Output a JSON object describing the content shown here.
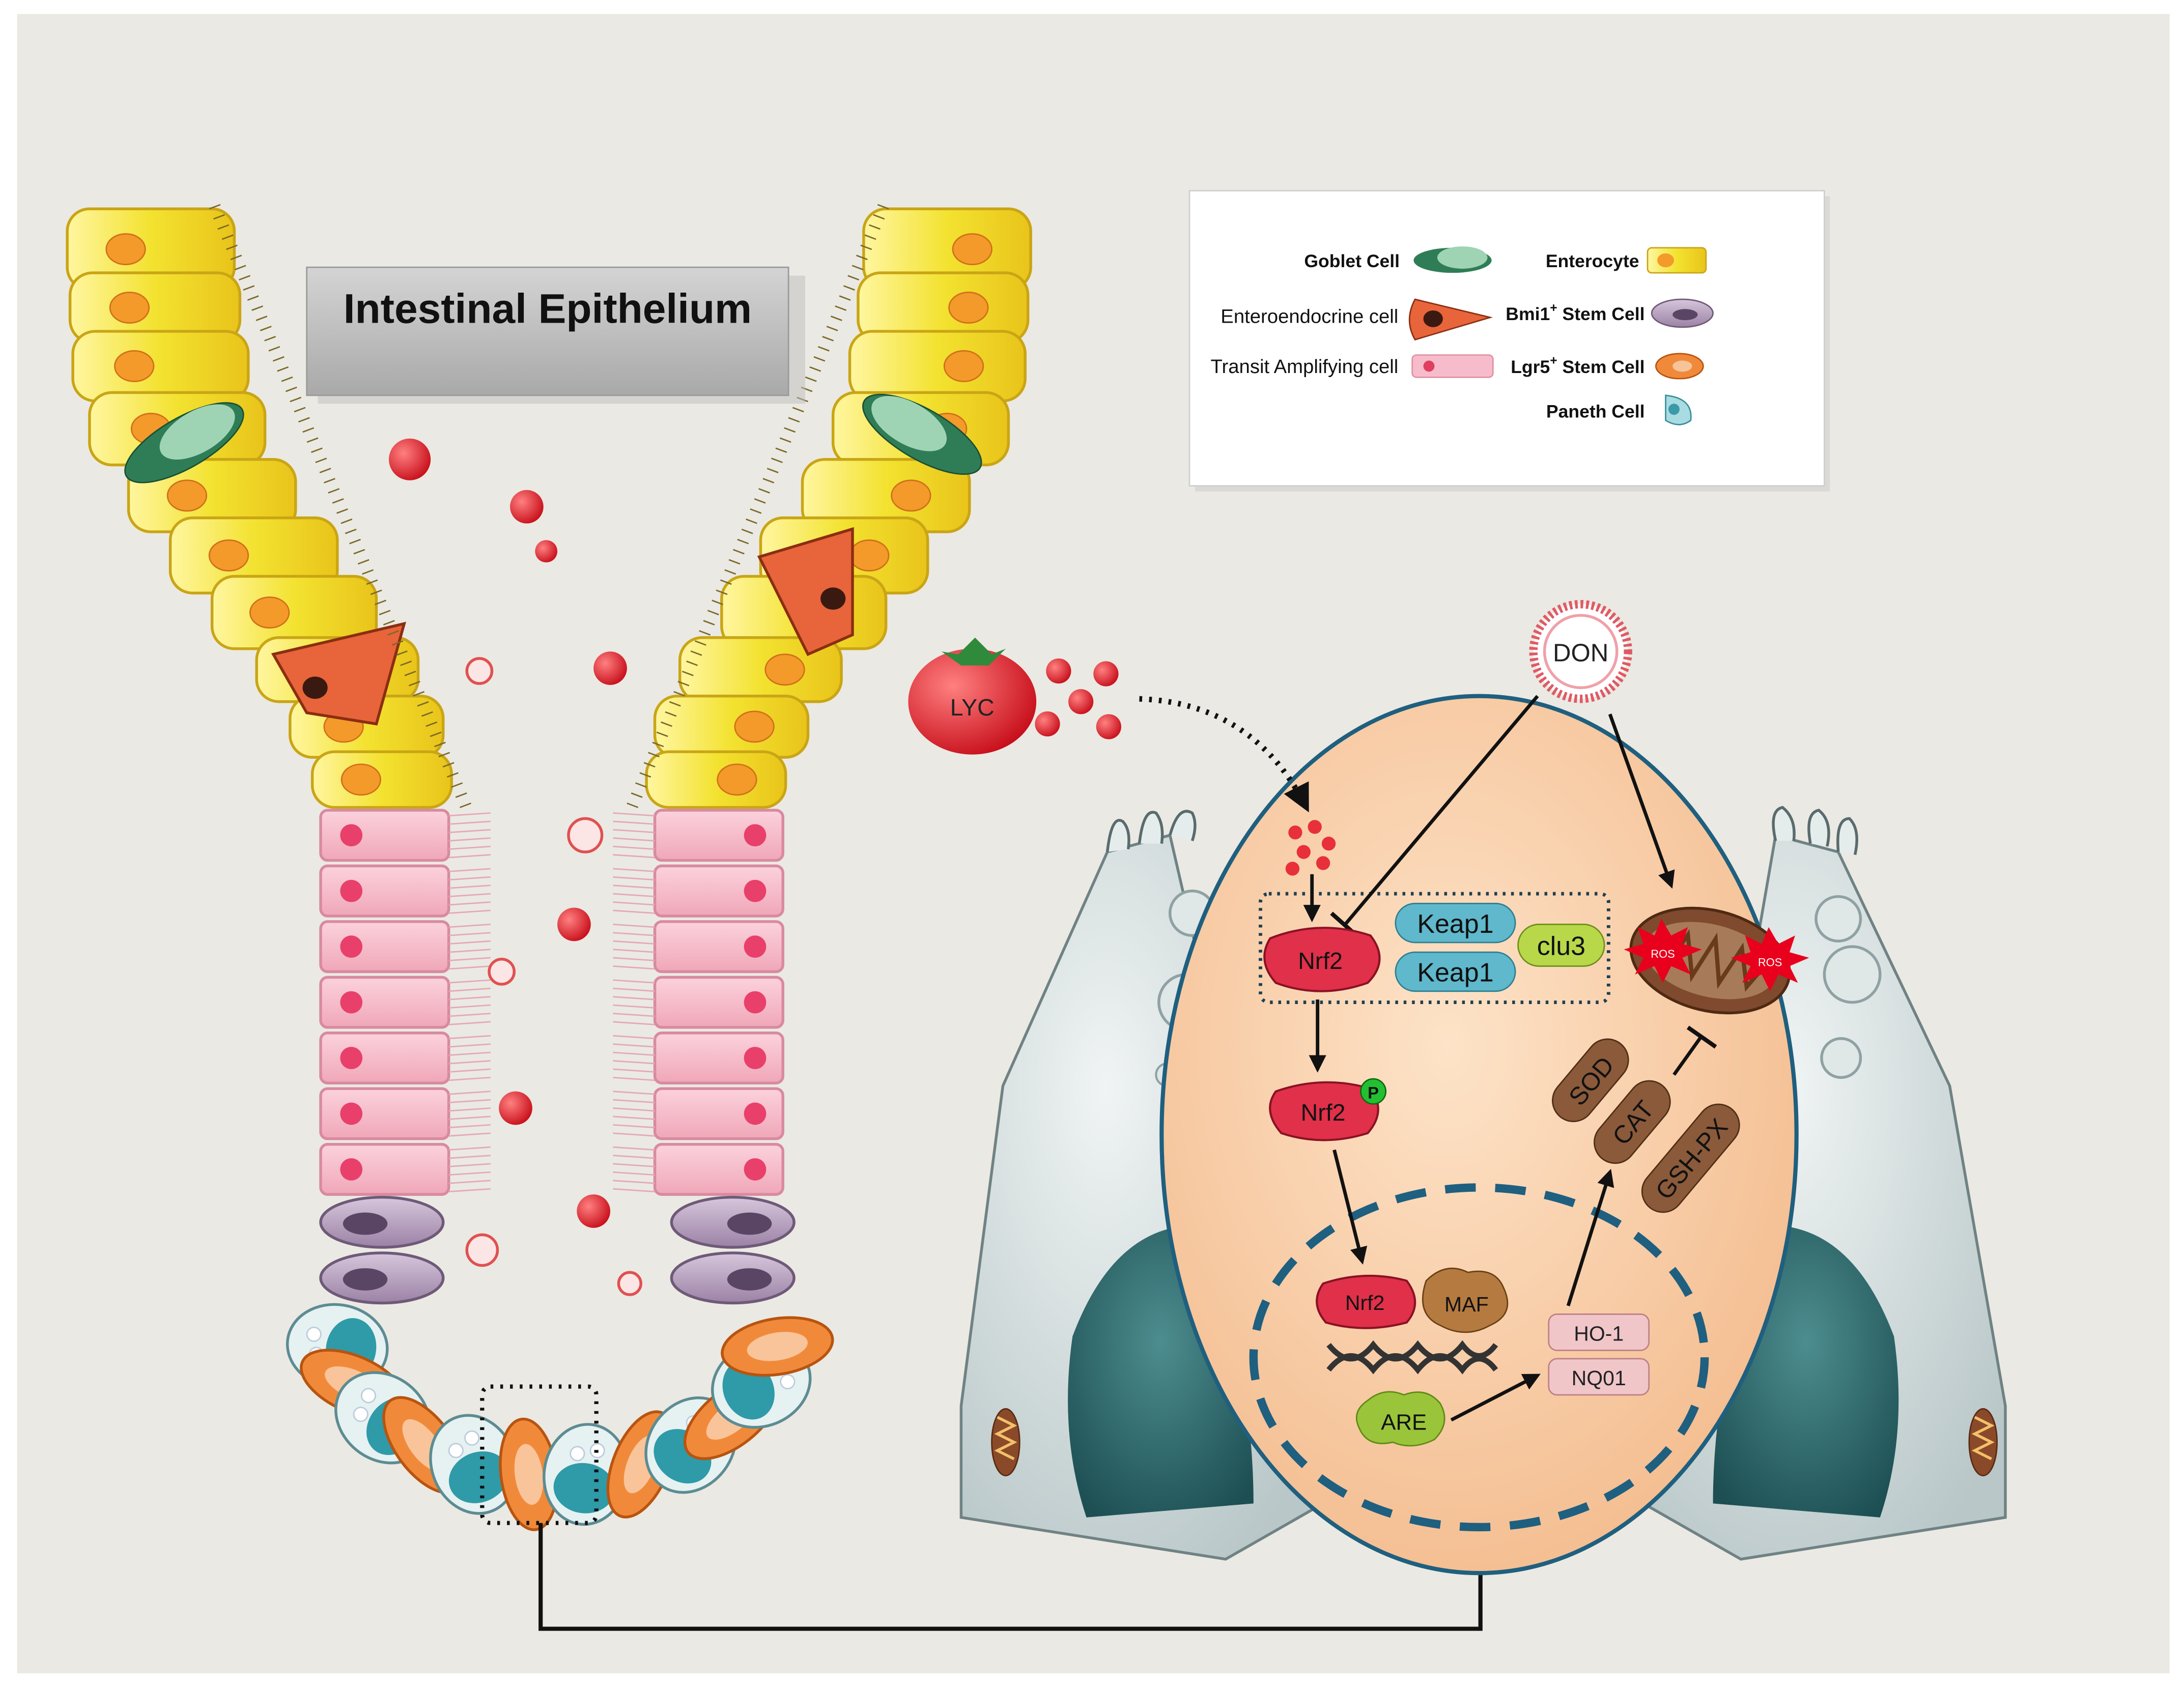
{
  "figure": {
    "title": "Intestinal Epithelium"
  },
  "legend": {
    "items": [
      {
        "label": "Goblet Cell",
        "color": "#2f8a5c"
      },
      {
        "label": "Enteroendocrine cell",
        "color": "#e8643a"
      },
      {
        "label": "Transit Amplifying cell",
        "color": "#f7b8c8"
      },
      {
        "label": "Enterocyte",
        "color": "#f4e23a"
      },
      {
        "label": "Bmi1",
        "superscript": "+",
        "suffix": " Stem Cell",
        "color": "#9b7fa8"
      },
      {
        "label": "Lgr5",
        "superscript": "+",
        "suffix": " Stem Cell",
        "color": "#f08a3a"
      },
      {
        "label": "Paneth Cell",
        "color": "#7ec8d0"
      }
    ]
  },
  "pathway": {
    "inputs": {
      "lyc": "LYC",
      "don": "DON"
    },
    "cytoplasm": {
      "nrf2": "Nrf2",
      "keap1_a": "Keap1",
      "keap1_b": "Keap1",
      "cul3": "clu3",
      "nrf2_p": "Nrf2",
      "p_badge": "P"
    },
    "nucleus": {
      "nrf2": "Nrf2",
      "maf": "MAF",
      "are": "ARE",
      "ho1": "HO-1",
      "nqo1": "NQ01"
    },
    "enzymes": [
      "SOD",
      "CAT",
      "GSH-PX"
    ],
    "ros": [
      "ROS",
      "ROS"
    ]
  },
  "colors": {
    "background": "#ebe9e3",
    "nrf2": "#e0304a",
    "keap1": "#5fb8cc",
    "cul3": "#b8d84a",
    "enzyme": "#8a5a3a",
    "nucleus_border": "#1f5f7f",
    "cell_body": "#f7c59c",
    "ros": "#e8001c"
  }
}
